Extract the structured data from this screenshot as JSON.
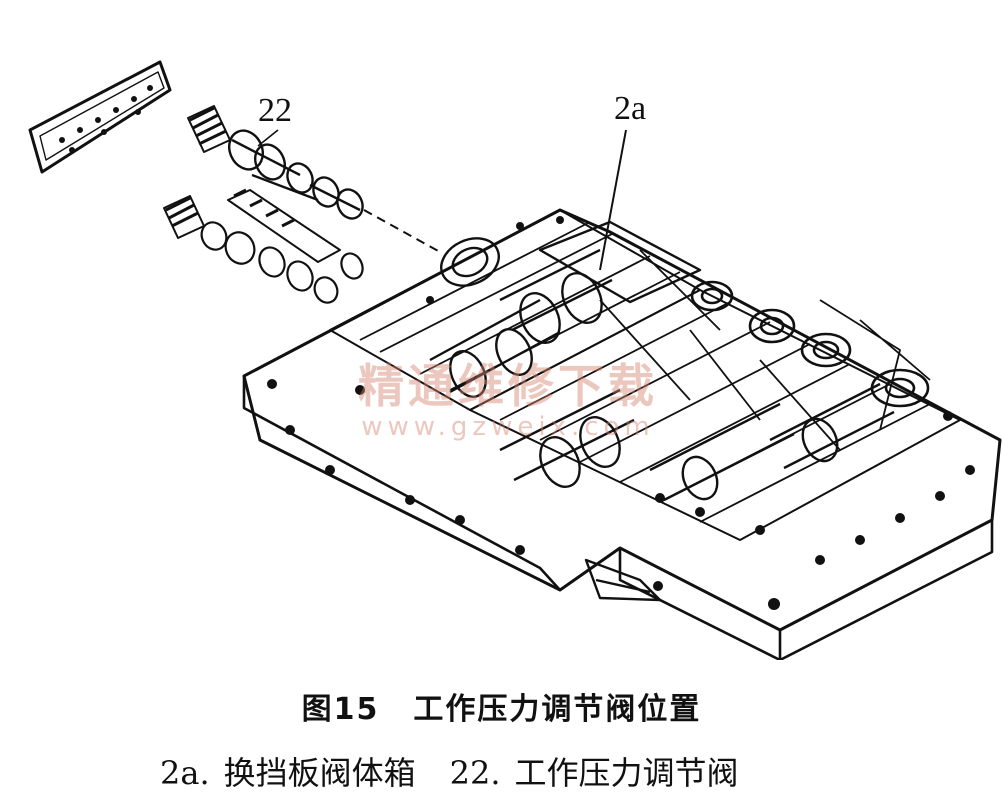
{
  "figure": {
    "callouts": {
      "part_22": "22",
      "part_2a": "2a"
    },
    "watermark": {
      "cn": "精通维修下载",
      "url": "www.gzweix.com"
    }
  },
  "caption": {
    "fig_no": "图15",
    "title": "工作压力调节阀位置"
  },
  "legend": [
    {
      "key": "2a.",
      "text": "换挡板阀体箱"
    },
    {
      "key": "22.",
      "text": "工作压力调节阀"
    }
  ],
  "colors": {
    "ink": "#111111",
    "watermark": "#d2826e"
  }
}
